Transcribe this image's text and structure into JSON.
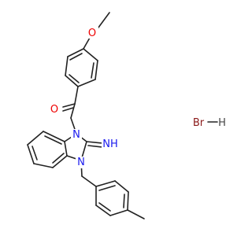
{
  "molecule": {
    "atoms": {
      "methoxy_O": "O",
      "carbonyl_O": "O",
      "ring_N1": "N",
      "ring_N3": "N",
      "imine_N": "NH"
    },
    "salt": {
      "bromine": "Br",
      "hydrogen": "H"
    }
  },
  "colors": {
    "oxygen": "#ee0000",
    "nitrogen": "#1a1aee",
    "bromine": "#8b1a1a",
    "hydrogen": "#444444",
    "bond": "#222222"
  }
}
